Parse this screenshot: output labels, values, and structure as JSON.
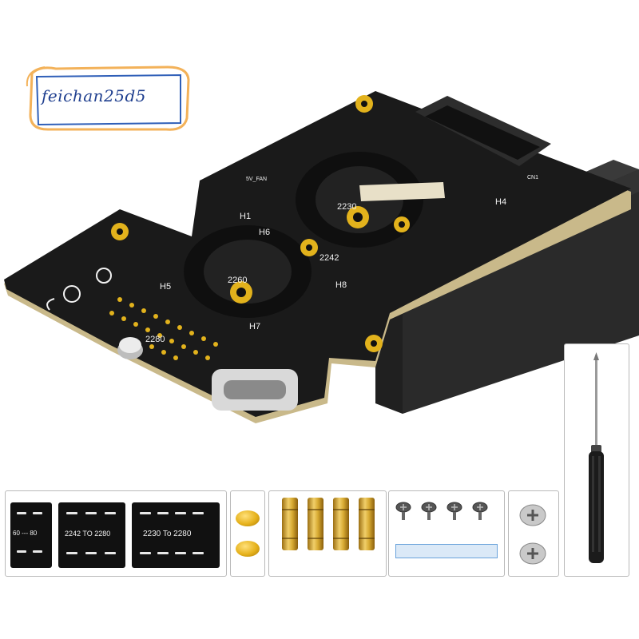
{
  "watermark": {
    "text": "feichan25d5"
  },
  "board": {
    "silkscreen": {
      "h1": "H1",
      "h4": "H4",
      "h5": "H5",
      "h6": "H6",
      "h7": "H7",
      "h8": "H8",
      "s2230": "2230",
      "s2242": "2242",
      "s2260": "2260",
      "s2280": "2280",
      "cn1": "CN1",
      "fan": "5V_FAN"
    }
  },
  "accessories": {
    "stickers": [
      {
        "label": "60 --- 80"
      },
      {
        "label": "2242 TO 2280"
      },
      {
        "label": "2230 To 2280"
      }
    ]
  },
  "colors": {
    "pcb": "#1a1a1a",
    "pcb_edge": "#c9b98a",
    "gold": "#e2b21c",
    "header": "#2b2b2b",
    "box_border": "#b9b9b9",
    "watermark": "#1f3f8f"
  }
}
